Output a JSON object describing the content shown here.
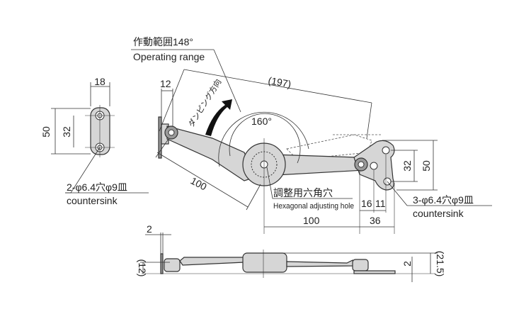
{
  "side_view_left": {
    "width_dim": "18",
    "height_dim": "50",
    "hole_pitch_dim": "32",
    "hole_spec": "2-φ6.4穴φ9皿",
    "hole_spec_en": "countersink"
  },
  "main_view": {
    "operating_range_jp": "作動範囲148°",
    "operating_range_en": "Operating range",
    "overall_length": "(197)",
    "bracket_offset": "12",
    "damping_direction": "ダンピング方向",
    "angle": "160°",
    "arm_length": "100",
    "adjust_hole_jp": "調整用六角穴",
    "adjust_hole_en": "Hexagonal adjusting hole",
    "dim_16": "16",
    "dim_11": "11",
    "hole_pitch_dim": "32",
    "height_dim": "50",
    "hole_spec": "3-φ6.4穴φ9皿",
    "hole_spec_en": "countersink",
    "pivot_distance": "100",
    "bracket_length": "36"
  },
  "bottom_view": {
    "thickness_left": "2",
    "height_left": "(12)",
    "thickness_right": "2",
    "height_total": "(21.5)"
  }
}
